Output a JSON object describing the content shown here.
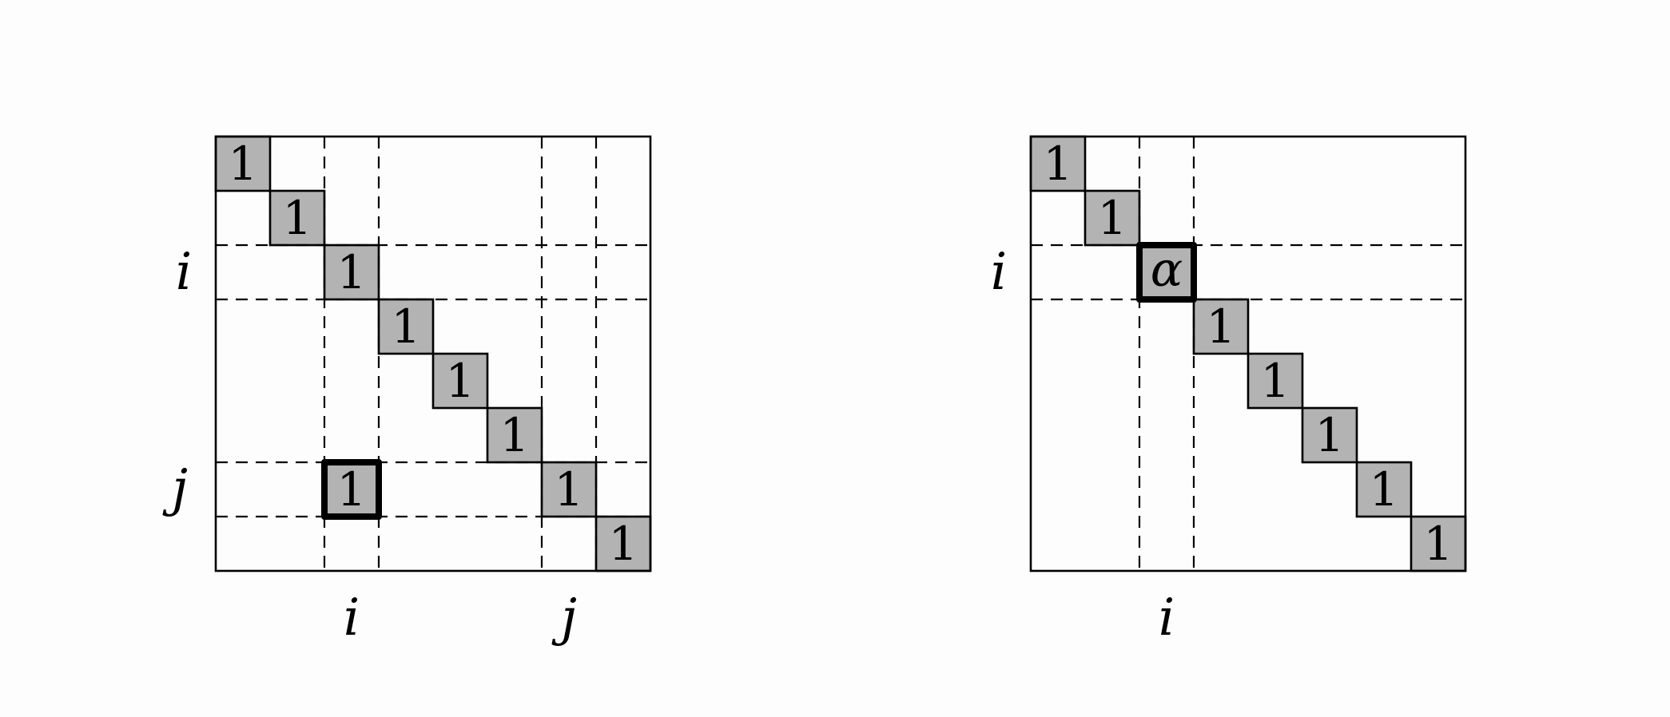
{
  "left_matrix": {
    "ones_label": "1",
    "highlight_label": "1",
    "row_labels": {
      "i": "i",
      "j": "j"
    },
    "col_labels": {
      "i": "i",
      "j": "j"
    }
  },
  "right_matrix": {
    "ones_label": "1",
    "alpha_label": "α",
    "row_label_i": "i",
    "col_label_i": "i"
  }
}
